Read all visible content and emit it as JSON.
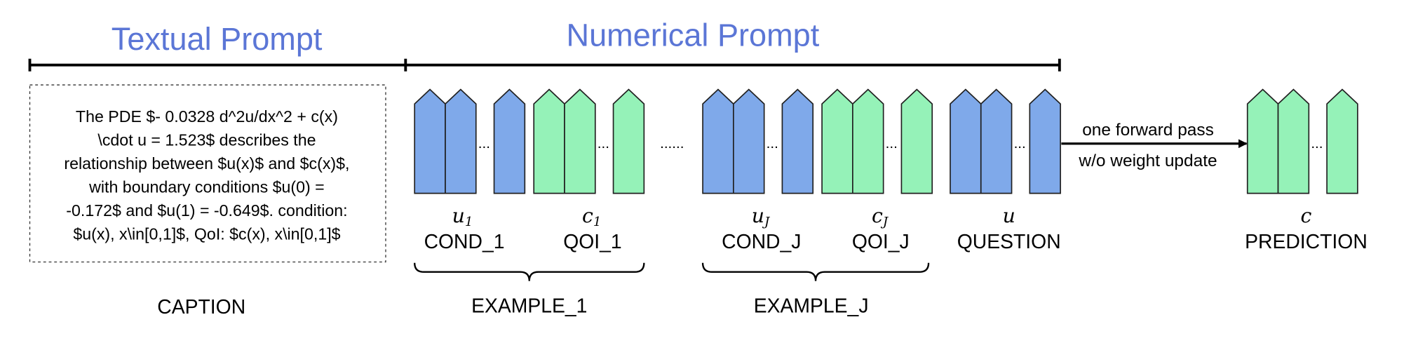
{
  "headers": {
    "textual": "Textual Prompt",
    "numerical": "Numerical Prompt"
  },
  "caption_text": [
    "The PDE $- 0.0328 d^2u/dx^2 + c(x)",
    "\\cdot u = 1.523$ describes the",
    "relationship between $u(x)$ and $c(x)$,",
    "with boundary conditions $u(0) =",
    "-0.172$ and $u(1) = -0.649$. condition:",
    "$u(x), x\\in[0,1]$, QoI: $c(x), x\\in[0,1]$"
  ],
  "labels": {
    "caption": "CAPTION",
    "cond_1": "COND_1",
    "qoi_1": "QOI_1",
    "cond_j": "COND_J",
    "qoi_j": "QOI_J",
    "question": "QUESTION",
    "prediction": "PREDICTION",
    "example_1": "EXAMPLE_1",
    "example_j": "EXAMPLE_J"
  },
  "math": {
    "u1_base": "u",
    "u1_sub": "1",
    "c1_base": "c",
    "c1_sub": "1",
    "uj_base": "u",
    "uj_sub": "J",
    "cj_base": "c",
    "cj_sub": "J",
    "u": "u",
    "c": "c"
  },
  "ellipsis": {
    "small": "...",
    "wide": "......"
  },
  "arrow": {
    "line1": "one forward pass",
    "line2": "w/o weight update"
  },
  "colors": {
    "header": "#5b76d6",
    "cond_token": "#7fa9ea",
    "qoi_token": "#95f2b8"
  }
}
